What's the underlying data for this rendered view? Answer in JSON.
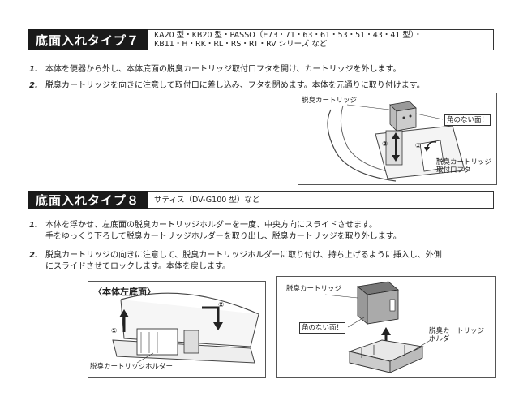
{
  "section7": {
    "title": "底面入れタイプ７",
    "models": "KA20 型・KB20 型・PASSO（E73・71・63・61・53・51・43・41 型）・\nKB11・H・RK・RL・RS・RT・RV シリーズ など",
    "steps": [
      {
        "num": "1.",
        "text": "本体を便器から外し、本体底面の脱臭カートリッジ取付口フタを開け、カートリッジを外します。"
      },
      {
        "num": "2.",
        "text": "脱臭カートリッジを向きに注意して取付口に差し込み、フタを閉めます。本体を元通りに取り付けます。"
      }
    ],
    "figure": {
      "label_cartridge": "脱臭カートリッジ",
      "label_no_corner": "角のない面！",
      "label_lid": "脱臭カートリッジ\n取付口フタ",
      "marker_1": "①",
      "marker_2": "②"
    }
  },
  "section8": {
    "title": "底面入れタイプ８",
    "models": "サティス（DV-G100 型）など",
    "steps": [
      {
        "num": "1.",
        "text": "本体を浮かせ、左底面の脱臭カートリッジホルダーを一度、中央方向にスライドさせます。\n手をゆっくり下ろして脱臭カートリッジホルダーを取り出し、脱臭カートリッジを取り外します。"
      },
      {
        "num": "2.",
        "text": "脱臭カートリッジの向きに注意して、脱臭カートリッジホルダーに取り付け、持ち上げるように挿入し、外側\nにスライドさせてロックします。本体を戻します。"
      }
    ],
    "figure_left": {
      "title": "〈本体左底面〉",
      "label_holder": "脱臭カートリッジホルダー",
      "marker_1": "①",
      "marker_2": "②"
    },
    "figure_right": {
      "label_cartridge": "脱臭カートリッジ",
      "label_no_corner": "角のない面！",
      "label_holder": "脱臭カートリッジ\nホルダー"
    }
  }
}
